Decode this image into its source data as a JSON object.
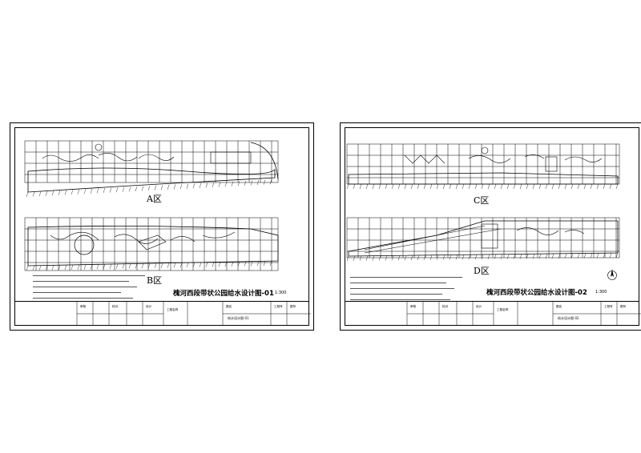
{
  "sheets": [
    {
      "title": "槐河西段带状公园给水设计图-01",
      "scale": "1:300",
      "zones": [
        "A区",
        "B区"
      ],
      "drawing_name": "给水设计图-01"
    },
    {
      "title": "槐河西段带状公园给水设计图-02",
      "scale": "1:300",
      "zones": [
        "C区",
        "D区"
      ],
      "drawing_name": "给水设计图-02"
    }
  ],
  "title_block": {
    "fields": [
      "审核",
      "校对",
      "设计",
      "工程名称",
      "图名",
      "工程号",
      "图号"
    ]
  },
  "icons": {
    "north_arrow": "north-arrow-icon"
  }
}
